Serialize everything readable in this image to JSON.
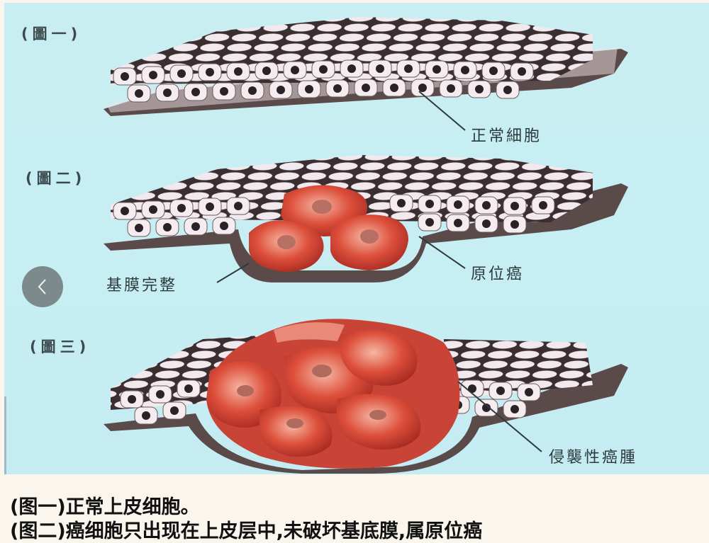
{
  "figure": {
    "panels": [
      {
        "id": "fig1",
        "label": "(圖一)",
        "annotation": "正常細胞"
      },
      {
        "id": "fig2",
        "label": "(圖二)",
        "annotations": [
          "基膜完整",
          "原位癌"
        ]
      },
      {
        "id": "fig3",
        "label": "(圖三)",
        "annotation": "侵襲性癌腫"
      }
    ],
    "colors": {
      "background": "#c8eef3",
      "normal_cell": "#f3e6ea",
      "nucleus": "#2a2226",
      "cancer_cell": "#d9483a",
      "basement_membrane": "#6a5a5a"
    }
  },
  "navigation": {
    "prev_icon": "chevron-left-icon"
  },
  "captions": [
    "(图一)正常上皮细胞。",
    "(图二)癌细胞只出现在上皮层中,未破坏基底膜,属原位癌"
  ]
}
